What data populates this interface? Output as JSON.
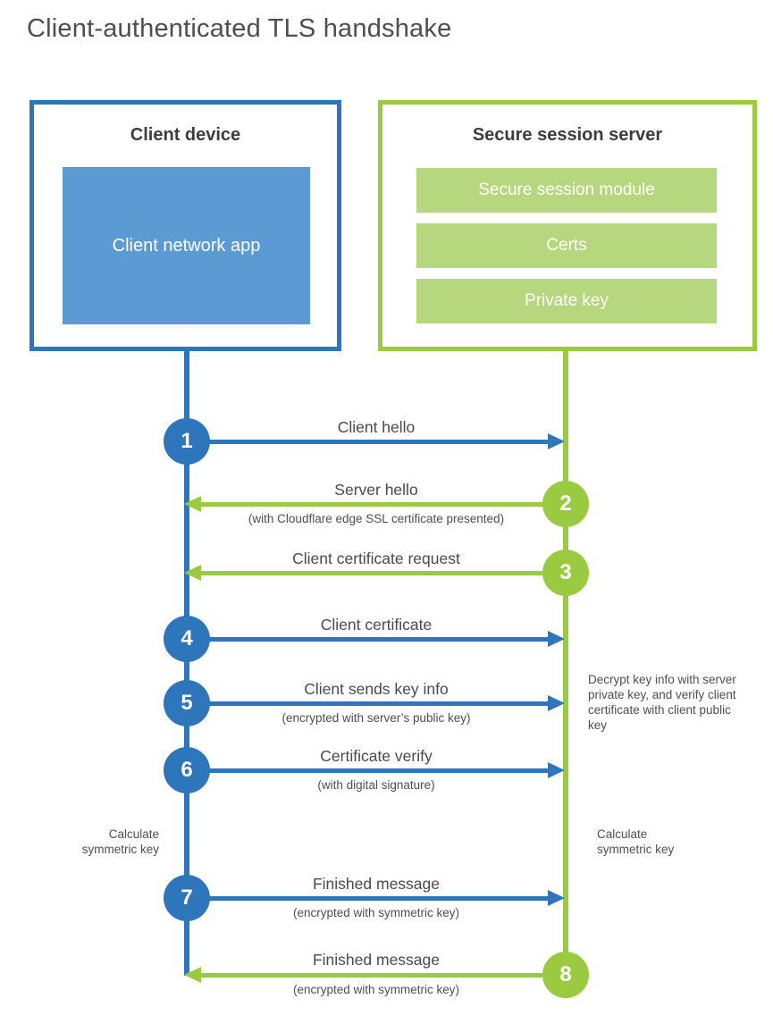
{
  "title": "Client-authenticated TLS handshake",
  "client": {
    "title": "Client device",
    "app_label": "Client network app"
  },
  "server": {
    "title": "Secure session server",
    "modules": [
      "Secure session module",
      "Certs",
      "Private key"
    ]
  },
  "messages": [
    {
      "step": "1",
      "label": "Client hello",
      "note": "",
      "from": "client",
      "direction": "right"
    },
    {
      "step": "2",
      "label": "Server hello",
      "note": "(with Cloudflare edge SSL certificate presented)",
      "from": "server",
      "direction": "left"
    },
    {
      "step": "3",
      "label": "Client certificate request",
      "note": "",
      "from": "server",
      "direction": "left"
    },
    {
      "step": "4",
      "label": "Client certificate",
      "note": "",
      "from": "client",
      "direction": "right"
    },
    {
      "step": "5",
      "label": "Client sends key info",
      "note": "(encrypted with server’s public key)",
      "from": "client",
      "direction": "right"
    },
    {
      "step": "6",
      "label": "Certificate verify",
      "note": "(with digital signature)",
      "from": "client",
      "direction": "right"
    },
    {
      "step": "7",
      "label": "Finished message",
      "note": "(encrypted with symmetric key)",
      "from": "client",
      "direction": "right"
    },
    {
      "step": "8",
      "label": "Finished message",
      "note": "(encrypted with symmetric key)",
      "from": "server",
      "direction": "left"
    }
  ],
  "annotations": {
    "decrypt_note": "Decrypt key info with server private key, and verify client certificate with client public key",
    "calculate_left": "Calculate symmetric key",
    "calculate_right": "Calculate symmetric key"
  },
  "colors": {
    "client_blue": "#2e76bb",
    "client_app_fill": "#5b9ad2",
    "server_green": "#9aca3f",
    "server_bar_fill": "#b7d77e",
    "text_dark": "#4a4a4a"
  }
}
